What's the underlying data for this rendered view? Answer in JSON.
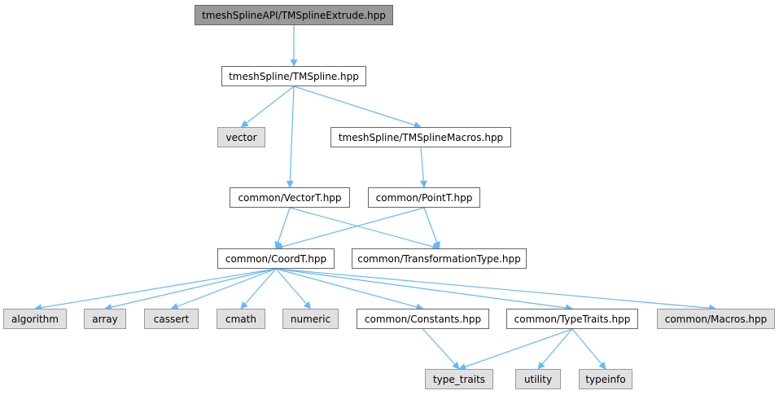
{
  "colors": {
    "edge": "#63b8ff",
    "root_fill": "#999999",
    "external_fill": "#e0e0e0",
    "node_border": "#666666"
  },
  "nodes": {
    "root": "tmeshSplineAPI/TMSplineExtrude.hpp",
    "tmspline": "tmeshSpline/TMSpline.hpp",
    "vector": "vector",
    "tmsplinemacros": "tmeshSpline/TMSplineMacros.hpp",
    "vectort": "common/VectorT.hpp",
    "pointt": "common/PointT.hpp",
    "coordt": "common/CoordT.hpp",
    "transformation": "common/TransformationType.hpp",
    "algorithm": "algorithm",
    "array": "array",
    "cassert": "cassert",
    "cmath": "cmath",
    "numeric": "numeric",
    "constants": "common/Constants.hpp",
    "typetraits_hpp": "common/TypeTraits.hpp",
    "macros": "common/Macros.hpp",
    "type_traits": "type_traits",
    "utility": "utility",
    "typeinfo": "typeinfo"
  },
  "edges": [
    [
      "root",
      "tmspline"
    ],
    [
      "tmspline",
      "vector"
    ],
    [
      "tmspline",
      "tmsplinemacros"
    ],
    [
      "tmspline",
      "vectort"
    ],
    [
      "tmsplinemacros",
      "pointt"
    ],
    [
      "vectort",
      "coordt"
    ],
    [
      "vectort",
      "transformation"
    ],
    [
      "pointt",
      "coordt"
    ],
    [
      "pointt",
      "transformation"
    ],
    [
      "coordt",
      "algorithm"
    ],
    [
      "coordt",
      "array"
    ],
    [
      "coordt",
      "cassert"
    ],
    [
      "coordt",
      "cmath"
    ],
    [
      "coordt",
      "numeric"
    ],
    [
      "coordt",
      "constants"
    ],
    [
      "coordt",
      "typetraits_hpp"
    ],
    [
      "coordt",
      "macros"
    ],
    [
      "constants",
      "type_traits"
    ],
    [
      "typetraits_hpp",
      "type_traits"
    ],
    [
      "typetraits_hpp",
      "utility"
    ],
    [
      "typetraits_hpp",
      "typeinfo"
    ]
  ]
}
